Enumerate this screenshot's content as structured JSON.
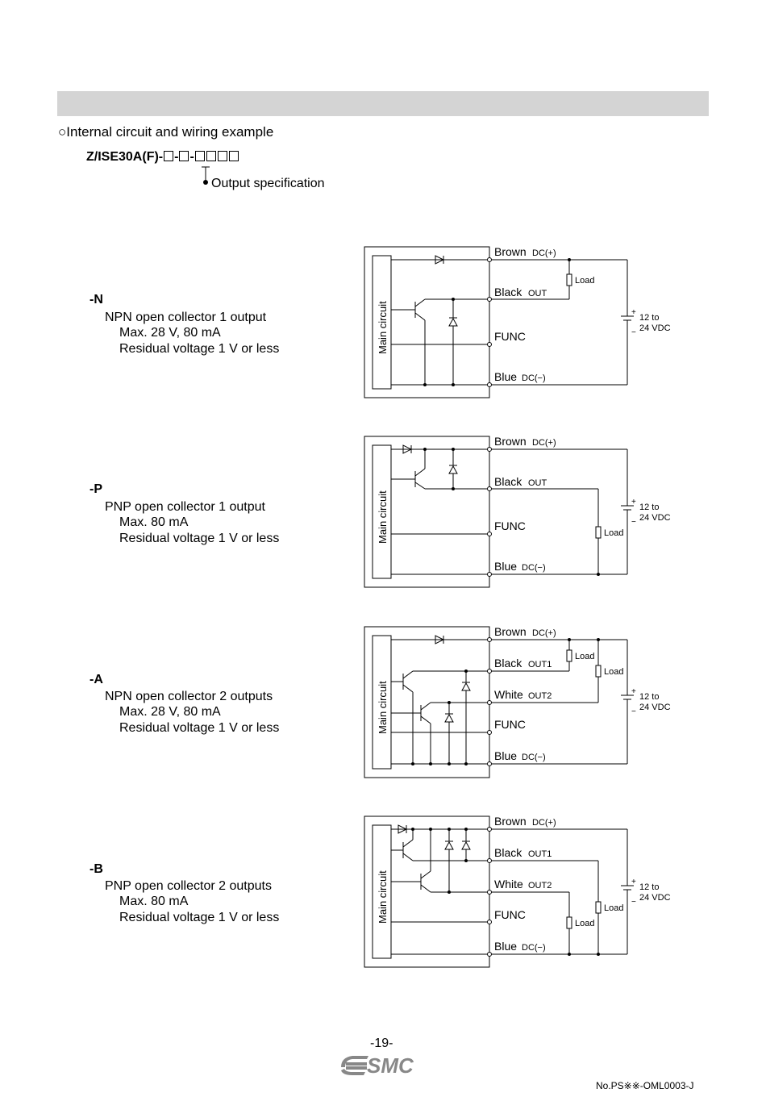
{
  "heading": {
    "title": "○Internal circuit and wiring example",
    "model_prefix": "Z/ISE30A(F)-",
    "dash": "-",
    "output_spec_label": "Output specification"
  },
  "sections": [
    {
      "code": "-N",
      "desc": "NPN open collector 1 output",
      "rating": "Max. 28 V, 80 mA",
      "residual": "Residual voltage 1 V or less"
    },
    {
      "code": "-P",
      "desc": "PNP open collector 1 output",
      "rating": "Max. 80 mA",
      "residual": "Residual voltage 1 V or less"
    },
    {
      "code": "-A",
      "desc": "NPN open collector 2 outputs",
      "rating": "Max. 28 V, 80 mA",
      "residual": "Residual voltage 1 V or less"
    },
    {
      "code": "-B",
      "desc": "PNP open collector 2 outputs",
      "rating": "Max. 80 mA",
      "residual": "Residual voltage 1 V or less"
    }
  ],
  "circuit_labels": {
    "main_circuit": "Main circuit",
    "brown": "Brown",
    "dc_plus": "DC(+)",
    "black": "Black",
    "out": "OUT",
    "out1": "OUT1",
    "white": "White",
    "out2": "OUT2",
    "func": "FUNC",
    "blue": "Blue",
    "dc_minus": "DC(−)",
    "load": "Load",
    "supply_line1": "12 to",
    "supply_line2": "24 VDC",
    "plus": "+",
    "minus": "−"
  },
  "footer": {
    "page_number": "-19-",
    "logo_text": "SMC",
    "doc_number": "No.PS※※-OML0003-J"
  }
}
